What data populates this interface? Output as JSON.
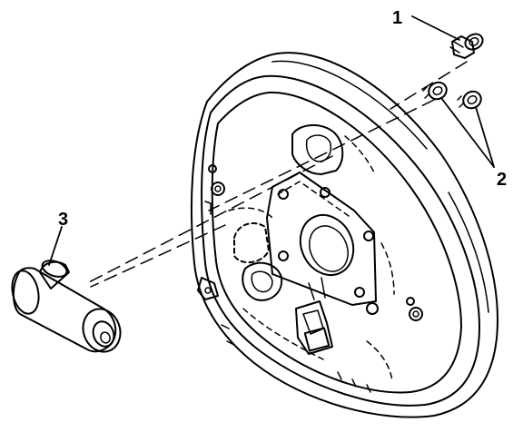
{
  "diagram": {
    "callouts": [
      {
        "id": "1",
        "label": "1",
        "part": "bleeder-screw"
      },
      {
        "id": "2",
        "label": "2",
        "part": "wheel-cylinder-bolts"
      },
      {
        "id": "3",
        "label": "3",
        "part": "wheel-cylinder"
      }
    ],
    "colors": {
      "line": "#000000",
      "background": "#ffffff"
    }
  }
}
